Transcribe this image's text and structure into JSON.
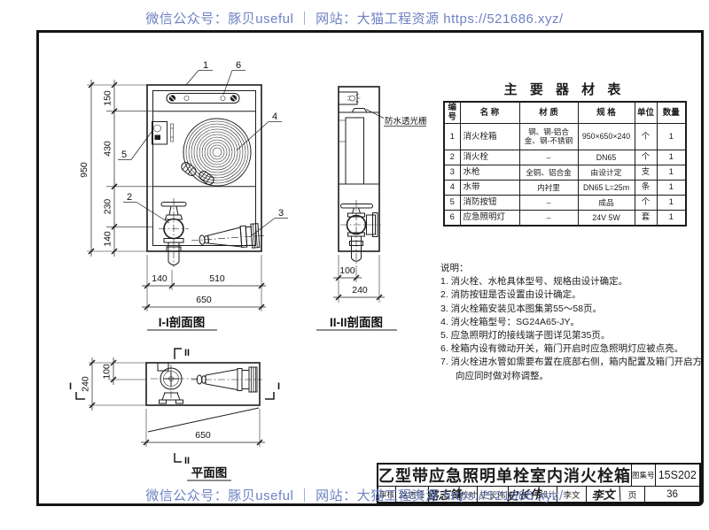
{
  "watermark": {
    "text": "微信公众号：豚贝useful ｜ 网站：大猫工程资源 https://521686.xyz/",
    "color": "#6e82c4"
  },
  "front": {
    "label": "I-I剖面图",
    "d950": "950",
    "d150": "150",
    "d430": "430",
    "d230": "230",
    "d140": "140",
    "b140": "140",
    "b510": "510",
    "b650": "650",
    "c1": "1",
    "c2": "2",
    "c3": "3",
    "c4": "4",
    "c5": "5",
    "c6": "6"
  },
  "side": {
    "label": "II-II剖面图",
    "note": "防水透光栅",
    "d100": "100",
    "d240": "240"
  },
  "plan": {
    "label": "平面图",
    "d100": "100",
    "d240": "240",
    "d650": "650",
    "mi": "I",
    "mii": "II"
  },
  "table": {
    "title": "主 要 器 材 表",
    "headers": [
      "编号",
      "名  称",
      "材  质",
      "规  格",
      "单位",
      "数量"
    ],
    "rows": [
      [
        "1",
        "消火栓箱",
        "钢、钢-铝合金、钢-不锈钢",
        "950×650×240",
        "个",
        "1"
      ],
      [
        "2",
        "消火栓",
        "–",
        "DN65",
        "个",
        "1"
      ],
      [
        "3",
        "水枪",
        "全铜、铝合金",
        "由设计定",
        "支",
        "1"
      ],
      [
        "4",
        "水带",
        "内衬里",
        "DN65  L=25m",
        "条",
        "1"
      ],
      [
        "5",
        "消防按钮",
        "–",
        "成品",
        "个",
        "1"
      ],
      [
        "6",
        "应急照明灯",
        "–",
        "24V 5W",
        "套",
        "1"
      ]
    ]
  },
  "notes": {
    "title": "说明：",
    "items": [
      "1. 消火栓、水枪具体型号、规格由设计确定。",
      "2. 消防按钮是否设置由设计确定。",
      "3. 消火栓箱安装见本图集第55～58页。",
      "4. 消火栓箱型号：SG24A65-JY。",
      "5. 应急照明灯的接线端子图详见第35页。",
      "6. 栓箱内设有微动开关，箱门开启时应急照明灯应被点亮。",
      "7. 消火栓进水管如需要布置在底部右侧，箱内配置及箱门开启方向应同时做对称调整。"
    ]
  },
  "title_block": {
    "title": "乙型带应急照明单栓室内消火栓箱",
    "atlas_label": "图集号",
    "atlas_no": "15S202",
    "review_label": "审核",
    "review_name": "路志锋",
    "review_sig": "路志锋",
    "proof_label": "校对",
    "proof_name": "史长伟",
    "proof_sig": "史长伟",
    "design_label": "设计",
    "design_name": "李文",
    "design_sig": "李文",
    "page_label": "页",
    "page_no": "36"
  }
}
